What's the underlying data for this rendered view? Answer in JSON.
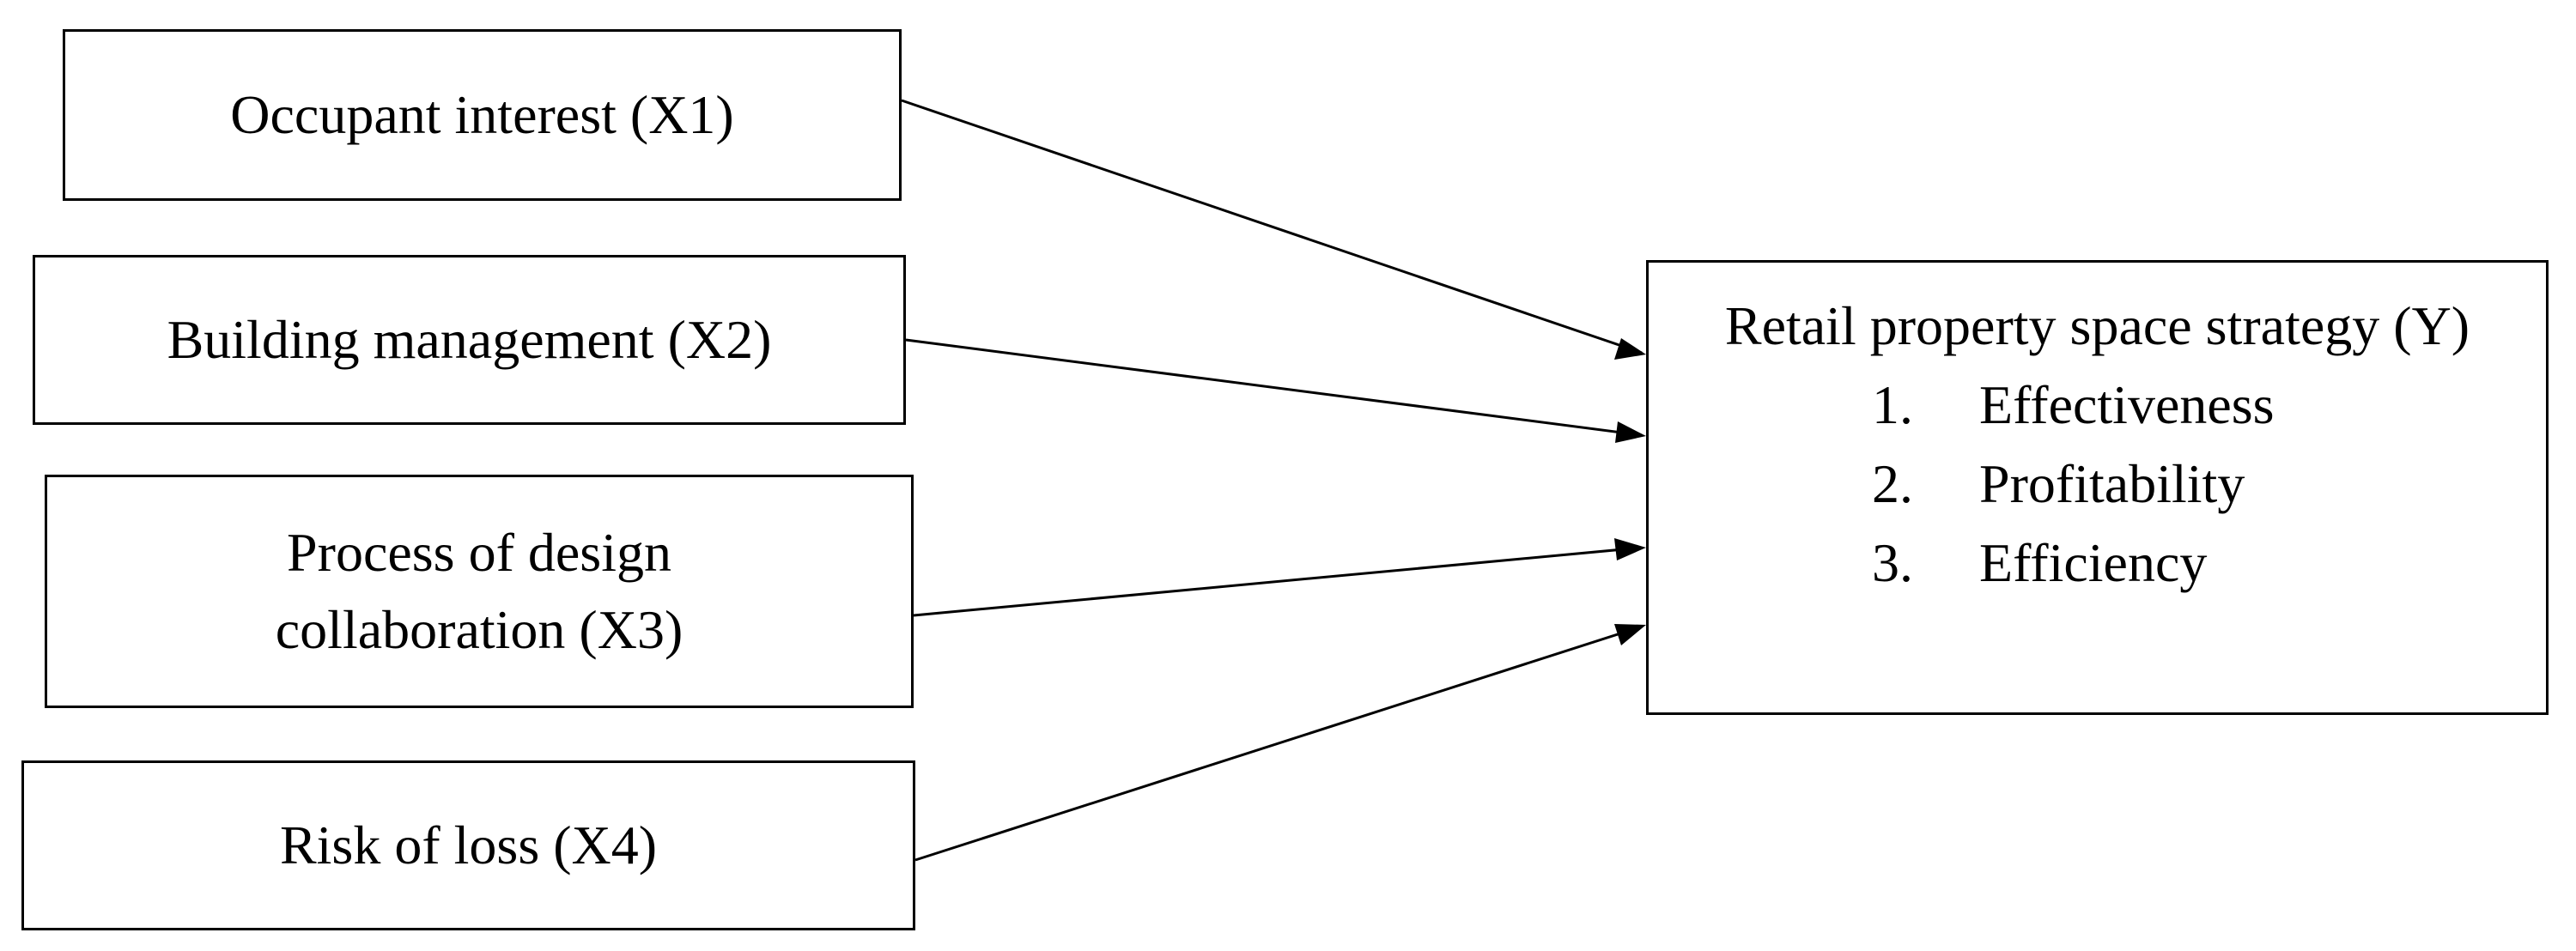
{
  "independent_variables": [
    {
      "id": "x1",
      "label": "Occupant interest (X1)"
    },
    {
      "id": "x2",
      "label": "Building management (X2)"
    },
    {
      "id": "x3",
      "label": "Process of design collaboration (X3)"
    },
    {
      "id": "x4",
      "label": "Risk of loss (X4)"
    }
  ],
  "dependent_variable": {
    "title": "Retail property space strategy (Y)",
    "items": [
      {
        "number": "1.",
        "label": "Effectiveness"
      },
      {
        "number": "2.",
        "label": "Profitability"
      },
      {
        "number": "3.",
        "label": "Efficiency"
      }
    ]
  },
  "relations": [
    {
      "from": "x1",
      "to": "y"
    },
    {
      "from": "x2",
      "to": "y"
    },
    {
      "from": "x3",
      "to": "y"
    },
    {
      "from": "x4",
      "to": "y"
    }
  ],
  "colors": {
    "stroke": "#000000",
    "background": "#ffffff"
  }
}
